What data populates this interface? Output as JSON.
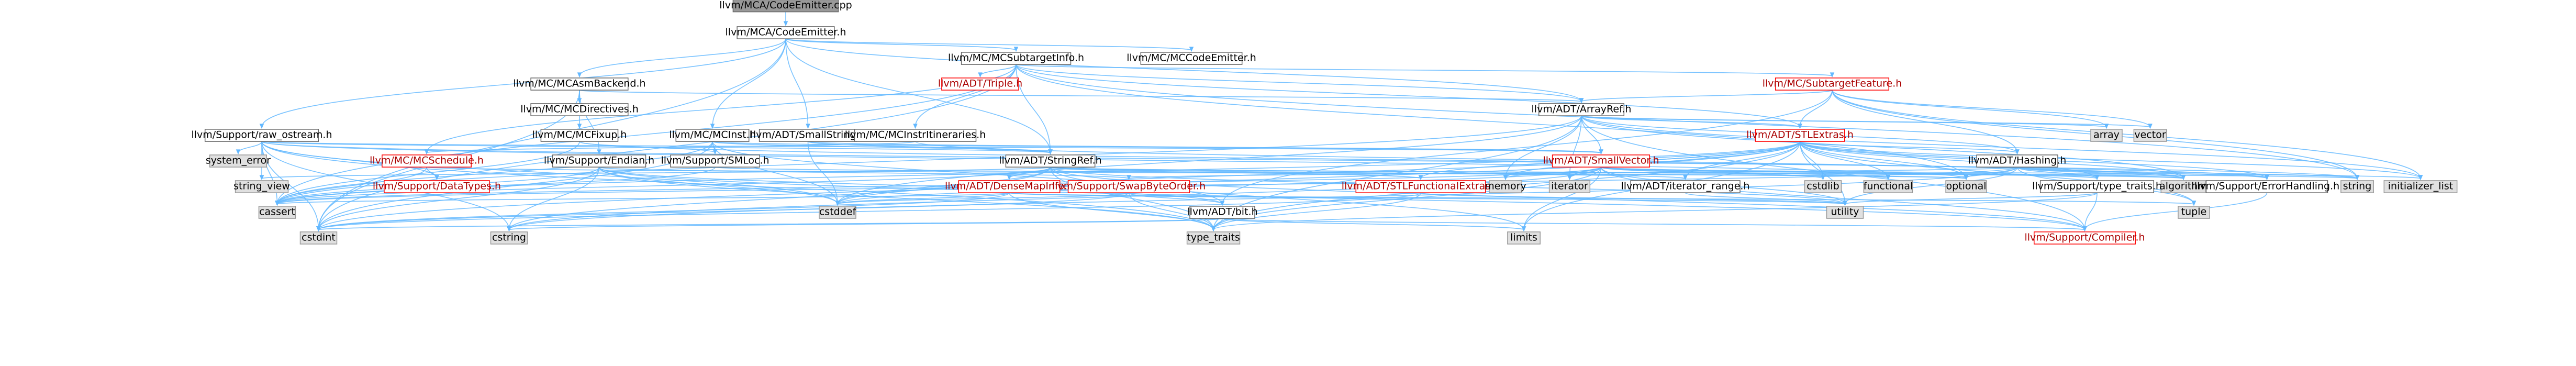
{
  "diagram": {
    "type": "include-dependency-graph",
    "colors": {
      "edge": "#63b8ff",
      "root_fill": "#999999",
      "box_fill": "#ffffff",
      "box_border": "#666666",
      "truncated_border": "#ff0000",
      "external_fill": "#e0e0e0"
    },
    "nodes": [
      {
        "id": "root",
        "label": "llvm/MCA/CodeEmitter.cpp",
        "kind": "root"
      },
      {
        "id": "codeemitter_h",
        "label": "llvm/MCA/CodeEmitter.h",
        "kind": "normal"
      },
      {
        "id": "mcsubtargetinfo",
        "label": "llvm/MC/MCSubtargetInfo.h",
        "kind": "normal"
      },
      {
        "id": "mccodeemitter",
        "label": "llvm/MC/MCCodeEmitter.h",
        "kind": "normal"
      },
      {
        "id": "mcasmbackend",
        "label": "llvm/MC/MCAsmBackend.h",
        "kind": "normal"
      },
      {
        "id": "triple",
        "label": "llvm/ADT/Triple.h",
        "kind": "red"
      },
      {
        "id": "subtargetfeature",
        "label": "llvm/MC/SubtargetFeature.h",
        "kind": "red"
      },
      {
        "id": "arrayref",
        "label": "llvm/ADT/ArrayRef.h",
        "kind": "normal"
      },
      {
        "id": "mcdirectives",
        "label": "llvm/MC/MCDirectives.h",
        "kind": "normal"
      },
      {
        "id": "raw_ostream",
        "label": "llvm/Support/raw_ostream.h",
        "kind": "normal"
      },
      {
        "id": "mcfixup",
        "label": "llvm/MC/MCFixup.h",
        "kind": "normal"
      },
      {
        "id": "mcinst",
        "label": "llvm/MC/MCInst.h",
        "kind": "normal"
      },
      {
        "id": "smallstring",
        "label": "llvm/ADT/SmallString.h",
        "kind": "normal"
      },
      {
        "id": "mcinstrtables",
        "label": "llvm/MC/MCInstrItineraries.h",
        "kind": "normal"
      },
      {
        "id": "stlextras",
        "label": "llvm/ADT/STLExtras.h",
        "kind": "red"
      },
      {
        "id": "array",
        "label": "array",
        "kind": "external"
      },
      {
        "id": "vector",
        "label": "vector",
        "kind": "external"
      },
      {
        "id": "system_error",
        "label": "system_error",
        "kind": "external"
      },
      {
        "id": "mcschedule",
        "label": "llvm/MC/MCSchedule.h",
        "kind": "red"
      },
      {
        "id": "endian",
        "label": "llvm/Support/Endian.h",
        "kind": "normal"
      },
      {
        "id": "smloc",
        "label": "llvm/Support/SMLoc.h",
        "kind": "normal"
      },
      {
        "id": "stringref",
        "label": "llvm/ADT/StringRef.h",
        "kind": "normal"
      },
      {
        "id": "smallvector",
        "label": "llvm/ADT/SmallVector.h",
        "kind": "red"
      },
      {
        "id": "hashing",
        "label": "llvm/ADT/Hashing.h",
        "kind": "normal"
      },
      {
        "id": "string_view",
        "label": "string_view",
        "kind": "external"
      },
      {
        "id": "datatypes",
        "label": "llvm/Support/DataTypes.h",
        "kind": "red"
      },
      {
        "id": "densemapinfo",
        "label": "llvm/ADT/DenseMapInfo.h",
        "kind": "red"
      },
      {
        "id": "swapbyteorder",
        "label": "llvm/Support/SwapByteOrder.h",
        "kind": "red"
      },
      {
        "id": "stlfunctional",
        "label": "llvm/ADT/STLFunctionalExtras.h",
        "kind": "red"
      },
      {
        "id": "memory",
        "label": "memory",
        "kind": "external"
      },
      {
        "id": "iterator",
        "label": "iterator",
        "kind": "external"
      },
      {
        "id": "iterator_range",
        "label": "llvm/ADT/iterator_range.h",
        "kind": "normal"
      },
      {
        "id": "cstdlib",
        "label": "cstdlib",
        "kind": "external"
      },
      {
        "id": "functional",
        "label": "functional",
        "kind": "external"
      },
      {
        "id": "optional",
        "label": "optional",
        "kind": "external"
      },
      {
        "id": "type_traits_h",
        "label": "llvm/Support/type_traits.h",
        "kind": "normal"
      },
      {
        "id": "algorithm",
        "label": "algorithm",
        "kind": "external"
      },
      {
        "id": "errorhandling",
        "label": "llvm/Support/ErrorHandling.h",
        "kind": "normal"
      },
      {
        "id": "string",
        "label": "string",
        "kind": "external"
      },
      {
        "id": "initializer_list",
        "label": "initializer_list",
        "kind": "external"
      },
      {
        "id": "cassert",
        "label": "cassert",
        "kind": "external"
      },
      {
        "id": "cstddef",
        "label": "cstddef",
        "kind": "external"
      },
      {
        "id": "bit",
        "label": "llvm/ADT/bit.h",
        "kind": "normal"
      },
      {
        "id": "utility",
        "label": "utility",
        "kind": "external"
      },
      {
        "id": "tuple",
        "label": "tuple",
        "kind": "external"
      },
      {
        "id": "cstdint",
        "label": "cstdint",
        "kind": "external"
      },
      {
        "id": "cstring",
        "label": "cstring",
        "kind": "external"
      },
      {
        "id": "type_traits",
        "label": "type_traits",
        "kind": "external"
      },
      {
        "id": "limits",
        "label": "limits",
        "kind": "external"
      },
      {
        "id": "compiler",
        "label": "llvm/Support/Compiler.h",
        "kind": "red"
      }
    ],
    "edges": [
      [
        "root",
        "codeemitter_h"
      ],
      [
        "codeemitter_h",
        "mcsubtargetinfo"
      ],
      [
        "codeemitter_h",
        "mccodeemitter"
      ],
      [
        "codeemitter_h",
        "mcasmbackend"
      ],
      [
        "codeemitter_h",
        "raw_ostream"
      ],
      [
        "codeemitter_h",
        "mcinst"
      ],
      [
        "codeemitter_h",
        "smallstring"
      ],
      [
        "codeemitter_h",
        "arrayref"
      ],
      [
        "codeemitter_h",
        "stringref"
      ],
      [
        "codeemitter_h",
        "cstdint"
      ],
      [
        "mcsubtargetinfo",
        "triple"
      ],
      [
        "mcsubtargetinfo",
        "subtargetfeature"
      ],
      [
        "mcsubtargetinfo",
        "arrayref"
      ],
      [
        "mcsubtargetinfo",
        "mcinstrtables"
      ],
      [
        "mcsubtargetinfo",
        "mcschedule"
      ],
      [
        "mcsubtargetinfo",
        "stringref"
      ],
      [
        "mcsubtargetinfo",
        "string"
      ],
      [
        "mcsubtargetinfo",
        "cassert"
      ],
      [
        "mcsubtargetinfo",
        "cstdint"
      ],
      [
        "mcsubtargetinfo",
        "optional"
      ],
      [
        "mcsubtargetinfo",
        "stlextras"
      ],
      [
        "mcasmbackend",
        "arrayref"
      ],
      [
        "mcasmbackend",
        "mcdirectives"
      ],
      [
        "mcasmbackend",
        "mcfixup"
      ],
      [
        "mcasmbackend",
        "endian"
      ],
      [
        "mcasmbackend",
        "cstdint"
      ],
      [
        "subtargetfeature",
        "arrayref"
      ],
      [
        "subtargetfeature",
        "stlextras"
      ],
      [
        "subtargetfeature",
        "array"
      ],
      [
        "subtargetfeature",
        "vector"
      ],
      [
        "subtargetfeature",
        "string"
      ],
      [
        "subtargetfeature",
        "initializer_list"
      ],
      [
        "subtargetfeature",
        "bit"
      ],
      [
        "subtargetfeature",
        "hashing"
      ],
      [
        "arrayref",
        "hashing"
      ],
      [
        "arrayref",
        "smallvector"
      ],
      [
        "arrayref",
        "stlextras"
      ],
      [
        "arrayref",
        "compiler"
      ],
      [
        "arrayref",
        "algorithm"
      ],
      [
        "arrayref",
        "array"
      ],
      [
        "arrayref",
        "cassert"
      ],
      [
        "arrayref",
        "cstddef"
      ],
      [
        "arrayref",
        "initializer_list"
      ],
      [
        "arrayref",
        "iterator"
      ],
      [
        "arrayref",
        "memory"
      ],
      [
        "arrayref",
        "type_traits"
      ],
      [
        "arrayref",
        "vector"
      ],
      [
        "raw_ostream",
        "smallvector"
      ],
      [
        "raw_ostream",
        "stringref"
      ],
      [
        "raw_ostream",
        "datatypes"
      ],
      [
        "raw_ostream",
        "cassert"
      ],
      [
        "raw_ostream",
        "cstddef"
      ],
      [
        "raw_ostream",
        "cstdint"
      ],
      [
        "raw_ostream",
        "cstring"
      ],
      [
        "raw_ostream",
        "optional"
      ],
      [
        "raw_ostream",
        "string"
      ],
      [
        "raw_ostream",
        "string_view"
      ],
      [
        "raw_ostream",
        "system_error"
      ],
      [
        "raw_ostream",
        "type_traits"
      ],
      [
        "mcfixup",
        "errorhandling"
      ],
      [
        "mcfixup",
        "smloc"
      ],
      [
        "mcfixup",
        "cassert"
      ],
      [
        "mcinst",
        "smallvector"
      ],
      [
        "mcinst",
        "stringref"
      ],
      [
        "mcinst",
        "smloc"
      ],
      [
        "mcinst",
        "bit"
      ],
      [
        "mcinst",
        "cassert"
      ],
      [
        "mcinst",
        "cstddef"
      ],
      [
        "mcinst",
        "cstdint"
      ],
      [
        "smallstring",
        "smallvector"
      ],
      [
        "smallstring",
        "stringref"
      ],
      [
        "smallstring",
        "cstddef"
      ],
      [
        "mcinstrtables",
        "mcschedule"
      ],
      [
        "mcinstrtables",
        "algorithm"
      ],
      [
        "stlextras",
        "hashing"
      ],
      [
        "stlextras",
        "stlfunctional"
      ],
      [
        "stlextras",
        "iterator_range"
      ],
      [
        "stlextras",
        "errorhandling"
      ],
      [
        "stlextras",
        "type_traits_h"
      ],
      [
        "stlextras",
        "algorithm"
      ],
      [
        "stlextras",
        "cassert"
      ],
      [
        "stlextras",
        "cstddef"
      ],
      [
        "stlextras",
        "cstdint"
      ],
      [
        "stlextras",
        "cstdlib"
      ],
      [
        "stlextras",
        "functional"
      ],
      [
        "stlextras",
        "initializer_list"
      ],
      [
        "stlextras",
        "iterator"
      ],
      [
        "stlextras",
        "limits"
      ],
      [
        "stlextras",
        "memory"
      ],
      [
        "stlextras",
        "optional"
      ],
      [
        "stlextras",
        "tuple"
      ],
      [
        "stlextras",
        "type_traits"
      ],
      [
        "stlextras",
        "utility"
      ],
      [
        "mcschedule",
        "datatypes"
      ],
      [
        "mcschedule",
        "cassert"
      ],
      [
        "mcschedule",
        "optional"
      ],
      [
        "endian",
        "bit"
      ],
      [
        "endian",
        "compiler"
      ],
      [
        "endian",
        "swapbyteorder"
      ],
      [
        "endian",
        "cassert"
      ],
      [
        "endian",
        "cstddef"
      ],
      [
        "endian",
        "cstdint"
      ],
      [
        "endian",
        "cstring"
      ],
      [
        "endian",
        "type_traits"
      ],
      [
        "smloc",
        "cassert"
      ],
      [
        "smloc",
        "optional"
      ],
      [
        "stringref",
        "densemapinfo"
      ],
      [
        "stringref",
        "stlfunctional"
      ],
      [
        "stringref",
        "iterator_range"
      ],
      [
        "stringref",
        "compiler"
      ],
      [
        "stringref",
        "algorithm"
      ],
      [
        "stringref",
        "cassert"
      ],
      [
        "stringref",
        "cstddef"
      ],
      [
        "stringref",
        "cstring"
      ],
      [
        "stringref",
        "limits"
      ],
      [
        "stringref",
        "string"
      ],
      [
        "stringref",
        "string_view"
      ],
      [
        "stringref",
        "type_traits"
      ],
      [
        "stringref",
        "utility"
      ],
      [
        "smallvector",
        "compiler"
      ],
      [
        "smallvector",
        "type_traits_h"
      ],
      [
        "smallvector",
        "algorithm"
      ],
      [
        "smallvector",
        "cassert"
      ],
      [
        "smallvector",
        "cstddef"
      ],
      [
        "smallvector",
        "cstdlib"
      ],
      [
        "smallvector",
        "cstring"
      ],
      [
        "smallvector",
        "functional"
      ],
      [
        "smallvector",
        "initializer_list"
      ],
      [
        "smallvector",
        "iterator"
      ],
      [
        "smallvector",
        "limits"
      ],
      [
        "smallvector",
        "memory"
      ],
      [
        "smallvector",
        "new"
      ],
      [
        "smallvector",
        "type_traits"
      ],
      [
        "smallvector",
        "utility"
      ],
      [
        "hashing",
        "errorhandling"
      ],
      [
        "hashing",
        "swapbyteorder"
      ],
      [
        "hashing",
        "type_traits_h"
      ],
      [
        "hashing",
        "algorithm"
      ],
      [
        "hashing",
        "cassert"
      ],
      [
        "hashing",
        "cstring"
      ],
      [
        "hashing",
        "optional"
      ],
      [
        "hashing",
        "string"
      ],
      [
        "hashing",
        "tuple"
      ],
      [
        "hashing",
        "utility"
      ],
      [
        "densemapinfo",
        "cassert"
      ],
      [
        "densemapinfo",
        "cstddef"
      ],
      [
        "densemapinfo",
        "cstdint"
      ],
      [
        "densemapinfo",
        "tuple"
      ],
      [
        "densemapinfo",
        "type_traits"
      ],
      [
        "densemapinfo",
        "utility"
      ],
      [
        "swapbyteorder",
        "bit"
      ],
      [
        "swapbyteorder",
        "cstddef"
      ],
      [
        "swapbyteorder",
        "cstdint"
      ],
      [
        "swapbyteorder",
        "type_traits"
      ],
      [
        "stlfunctional",
        "type_traits"
      ],
      [
        "stlfunctional",
        "utility"
      ],
      [
        "stlfunctional",
        "cstdint"
      ],
      [
        "iterator_range",
        "utility"
      ],
      [
        "type_traits_h",
        "compiler"
      ],
      [
        "type_traits_h",
        "type_traits"
      ],
      [
        "type_traits_h",
        "utility"
      ],
      [
        "errorhandling",
        "compiler"
      ],
      [
        "bit",
        "compiler"
      ],
      [
        "bit",
        "cstdint"
      ],
      [
        "bit",
        "limits"
      ],
      [
        "bit",
        "type_traits"
      ],
      [
        "bit",
        "cstring"
      ]
    ]
  }
}
